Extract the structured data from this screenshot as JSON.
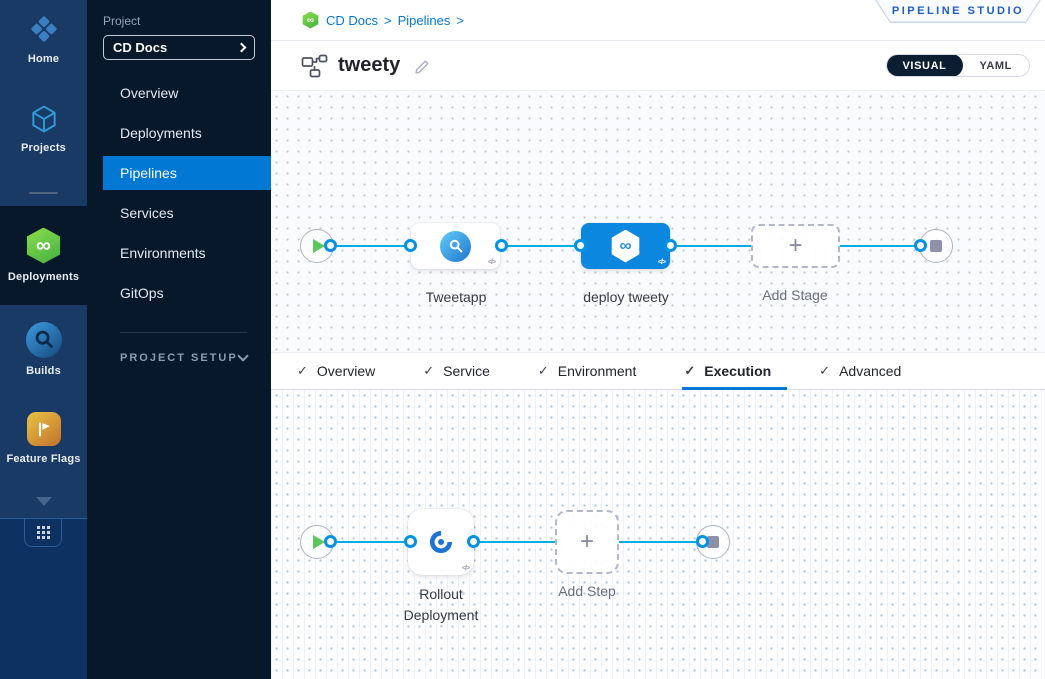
{
  "glyphs": {
    "check": "✓",
    "plus": "+",
    "infinity": "∞",
    "code": "</>",
    "breadcrumb_sep": ">"
  },
  "module_nav": {
    "items": [
      {
        "label": "Home"
      },
      {
        "label": "Projects"
      },
      {
        "label": "Deployments",
        "selected": true
      },
      {
        "label": "Builds"
      },
      {
        "label": "Feature Flags"
      }
    ]
  },
  "project_nav": {
    "section_label": "Project",
    "project_name": "CD Docs",
    "items": [
      {
        "label": "Overview"
      },
      {
        "label": "Deployments"
      },
      {
        "label": "Pipelines",
        "selected": true
      },
      {
        "label": "Services"
      },
      {
        "label": "Environments"
      },
      {
        "label": "GitOps"
      }
    ],
    "setup_label": "PROJECT SETUP"
  },
  "header": {
    "breadcrumb": {
      "crumb1": "CD Docs",
      "crumb2": "Pipelines"
    },
    "studio_badge": "PIPELINE STUDIO",
    "title": "tweety",
    "toggle": {
      "visual": "VISUAL",
      "yaml": "YAML",
      "selected": "VISUAL"
    }
  },
  "stage_canvas": {
    "stages": [
      {
        "name": "Tweetapp",
        "type": "build"
      },
      {
        "name": "deploy tweety",
        "type": "deploy",
        "selected": true
      }
    ],
    "add_stage_label": "Add Stage"
  },
  "tabs": {
    "items": [
      {
        "label": "Overview",
        "complete": true
      },
      {
        "label": "Service",
        "complete": true
      },
      {
        "label": "Environment",
        "complete": true
      },
      {
        "label": "Execution",
        "complete": true
      },
      {
        "label": "Advanced",
        "complete": true
      }
    ],
    "selected": "Execution"
  },
  "execution_canvas": {
    "steps": [
      {
        "name": "Rollout Deployment"
      }
    ],
    "add_step_label": "Add Step"
  },
  "colors": {
    "primary_blue": "#0278d5",
    "connector_blue": "#00ade4",
    "selected_stage_blue": "#0b87e0",
    "cd_green": "#42ab45",
    "nav_dark": "#07182b",
    "module_strip_blue": "#183a64"
  }
}
